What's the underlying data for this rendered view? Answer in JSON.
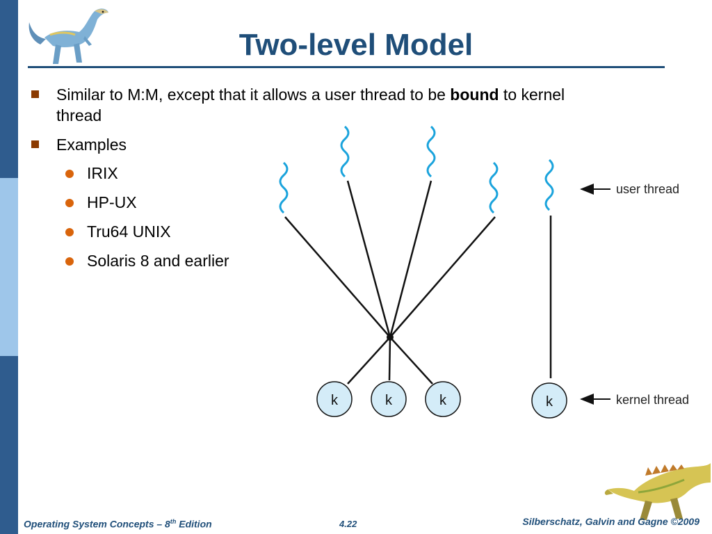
{
  "slide": {
    "title": "Two-level Model",
    "bullets": [
      {
        "before": "Similar to M:M, except that it allows a user thread to be ",
        "bold": "bound",
        "after": " to kernel",
        "line2": "thread"
      },
      {
        "text": "Examples"
      }
    ],
    "examples": [
      "IRIX",
      "HP-UX",
      "Tru64 UNIX",
      "Solaris 8 and earlier"
    ]
  },
  "diagram": {
    "user_thread_label": "user thread",
    "kernel_thread_label": "kernel thread",
    "kernel_node_label": "k",
    "colors": {
      "thread_wave": "#1aa3dc",
      "kernel_fill": "#d4ecf8",
      "line": "#111111"
    }
  },
  "footer": {
    "left_prefix": "Operating System Concepts – 8",
    "left_sup": "th",
    "left_suffix": " Edition",
    "center": "4.22",
    "right": "Silberschatz, Galvin and Gagne ©2009"
  },
  "colors": {
    "title": "#1f4e79",
    "sidebar_dark": "#2f5c8e",
    "sidebar_light": "#9ec6ea",
    "bullet_square": "#8b3a00",
    "bullet_circle": "#d9640b"
  }
}
